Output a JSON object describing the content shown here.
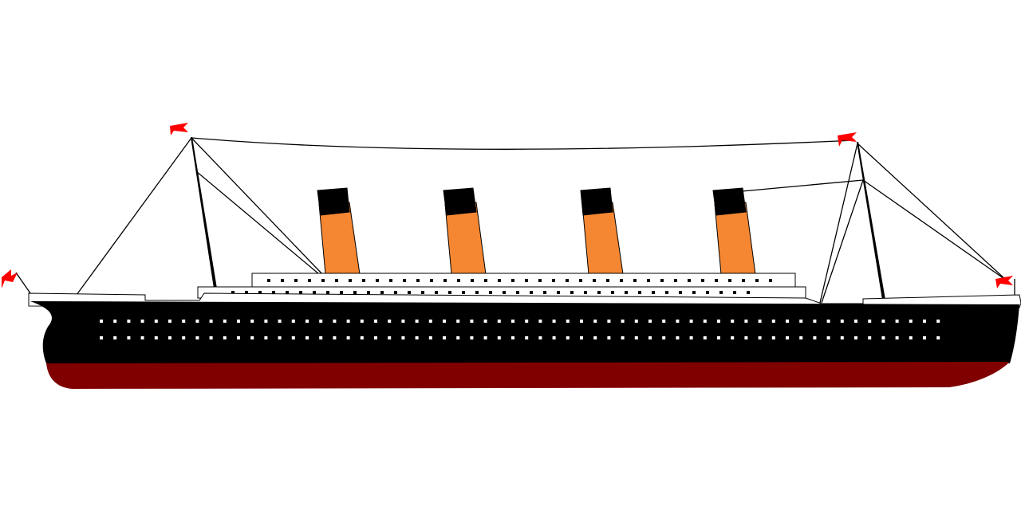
{
  "scene": {
    "subject": "ship-side-view",
    "colors": {
      "background": "#ffffff",
      "hull_top": "#000000",
      "hull_bottom": "#800000",
      "funnel_body": "#f58732",
      "funnel_cap": "#000000",
      "flag": "#ff0000",
      "deck": "#ffffff",
      "outline": "#000000"
    },
    "funnel_count": 4,
    "flag_count": 4,
    "mast_count": 2
  }
}
